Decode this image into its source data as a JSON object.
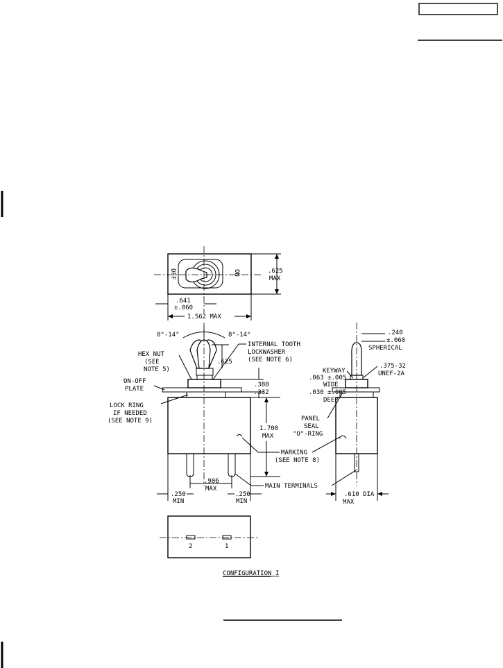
{
  "top_view": {
    "off": "OFF",
    "on": "ON",
    "height_value": ".625",
    "height_max": "MAX",
    "offset_value": ".641",
    "offset_tol": "±.060",
    "width": "1.562 MAX"
  },
  "side_view": {
    "angle_left": "8°-14°",
    "angle_right": "8°-14°",
    "handle_height": ".625",
    "lockwasher_1": "INTERNAL TOOTH",
    "lockwasher_2": "LOCKWASHER",
    "lockwasher_3": "(SEE NOTE 6)",
    "hexnut_1": "HEX NUT",
    "hexnut_2": "(SEE",
    "hexnut_3": "NOTE 5)",
    "plate_1": "ON-OFF",
    "plate_2": "PLATE",
    "ring_1": "LOCK RING",
    "ring_2": "IF NEEDED",
    "ring_3": "(SEE NOTE 9)",
    "bush_a": ".380",
    "bush_b": ".332",
    "body_height": "1.700",
    "body_max": "MAX",
    "marking_1": "MARKING",
    "marking_2": "(SEE NOTE 8)",
    "spacing_value": ".906",
    "spacing_max": "MAX",
    "terminals": "MAIN TERMINALS",
    "min_left_value": ".250",
    "min_left_label": "MIN",
    "min_right_value": ".250",
    "min_right_label": "MIN"
  },
  "end_view": {
    "sph_1": ".240",
    "sph_2": "±.060",
    "sph_3": "SPHERICAL",
    "keyway_1": "KEYWAY",
    "keyway_2": ".063 ±.005",
    "keyway_3": "WIDE",
    "keyway_4": ".030 ±.005",
    "keyway_5": "DEEP",
    "thread_1": ".375-32",
    "thread_2": "UNEF-2A",
    "seal_1": "PANEL",
    "seal_2": "SEAL",
    "seal_3": "\"O\"-RING",
    "dia_value": ".610 DIA",
    "dia_max": "MAX"
  },
  "bottom_view": {
    "terminal_2": "2",
    "terminal_1": "1"
  },
  "caption": "CONFIGURATION I"
}
